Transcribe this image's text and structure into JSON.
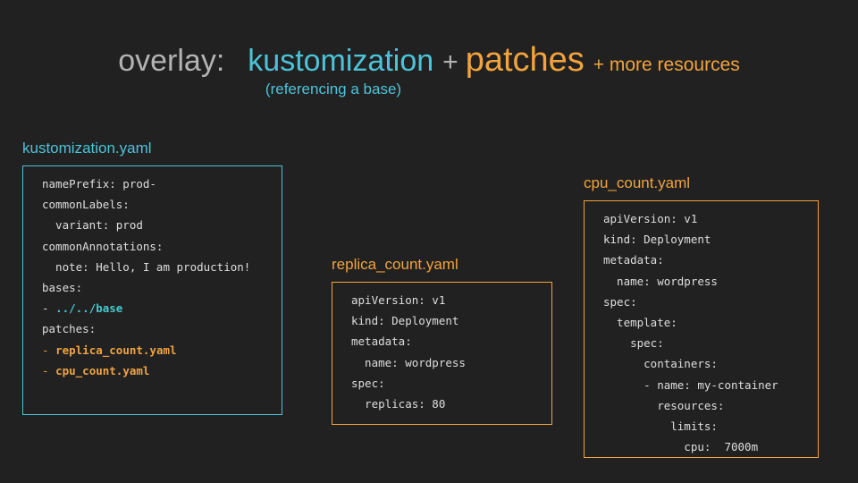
{
  "colors": {
    "background": "#212121",
    "gray": "#b3b3b3",
    "cyan": "#4cc3d9",
    "orange": "#f2a33c",
    "code_text": "#dedede",
    "code_cyan": "#49c6ce",
    "code_orange": "#f0a343"
  },
  "title": {
    "overlay": "overlay:",
    "kustomization": "kustomization",
    "plus1": "+",
    "patches": "patches",
    "more_resources": "+ more resources",
    "subtitle": "(referencing a base)"
  },
  "panels": [
    {
      "label": "kustomization.yaml",
      "accent": "cyan",
      "lines": [
        [
          {
            "t": "namePrefix: prod-",
            "c": "plain"
          }
        ],
        [
          {
            "t": "commonLabels:",
            "c": "plain"
          }
        ],
        [
          {
            "t": "  variant: prod",
            "c": "plain"
          }
        ],
        [
          {
            "t": "commonAnnotations:",
            "c": "plain"
          }
        ],
        [
          {
            "t": "  note: Hello, I am production!",
            "c": "plain"
          }
        ],
        [
          {
            "t": "bases:",
            "c": "plain"
          }
        ],
        [
          {
            "t": "- ",
            "c": "plain"
          },
          {
            "t": "../../base",
            "c": "cyan-bold"
          }
        ],
        [
          {
            "t": "patches:",
            "c": "plain"
          }
        ],
        [
          {
            "t": "- ",
            "c": "orange"
          },
          {
            "t": "replica_count.yaml",
            "c": "orange-bold"
          }
        ],
        [
          {
            "t": "- ",
            "c": "orange"
          },
          {
            "t": "cpu_count.yaml",
            "c": "orange-bold"
          }
        ]
      ]
    },
    {
      "label": "replica_count.yaml",
      "accent": "orange",
      "lines": [
        [
          {
            "t": "apiVersion: v1",
            "c": "plain"
          }
        ],
        [
          {
            "t": "kind: Deployment",
            "c": "plain"
          }
        ],
        [
          {
            "t": "metadata:",
            "c": "plain"
          }
        ],
        [
          {
            "t": "  name: wordpress",
            "c": "plain"
          }
        ],
        [
          {
            "t": "spec:",
            "c": "plain"
          }
        ],
        [
          {
            "t": "  replicas: 80",
            "c": "plain"
          }
        ]
      ]
    },
    {
      "label": "cpu_count.yaml",
      "accent": "orange",
      "lines": [
        [
          {
            "t": "apiVersion: v1",
            "c": "plain"
          }
        ],
        [
          {
            "t": "kind: Deployment",
            "c": "plain"
          }
        ],
        [
          {
            "t": "metadata:",
            "c": "plain"
          }
        ],
        [
          {
            "t": "  name: wordpress",
            "c": "plain"
          }
        ],
        [
          {
            "t": "spec:",
            "c": "plain"
          }
        ],
        [
          {
            "t": "  template:",
            "c": "plain"
          }
        ],
        [
          {
            "t": "    spec:",
            "c": "plain"
          }
        ],
        [
          {
            "t": "      containers:",
            "c": "plain"
          }
        ],
        [
          {
            "t": "      - name: my-container",
            "c": "plain"
          }
        ],
        [
          {
            "t": "        resources:",
            "c": "plain"
          }
        ],
        [
          {
            "t": "          limits:",
            "c": "plain"
          }
        ],
        [
          {
            "t": "            cpu:  7000m",
            "c": "plain"
          }
        ]
      ]
    }
  ]
}
